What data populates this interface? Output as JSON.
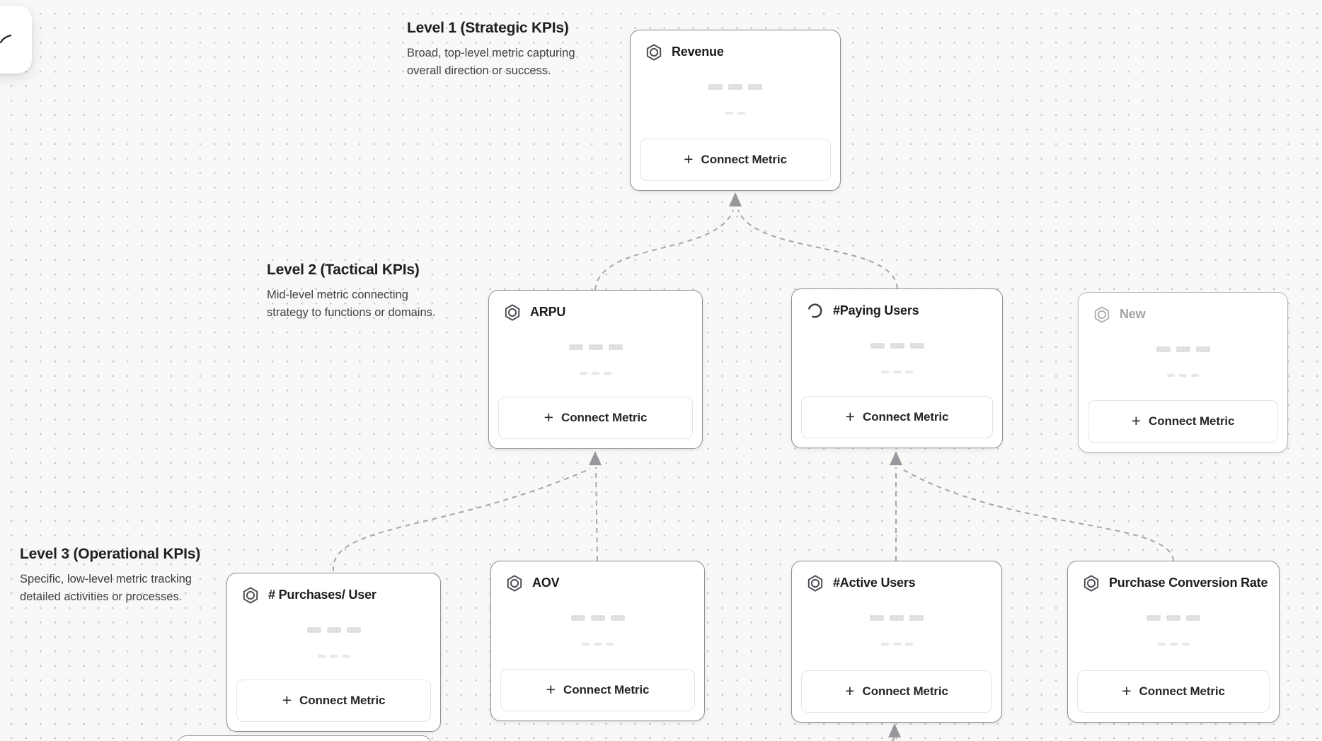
{
  "toolbar": {
    "tool_icon": "cursor-pen-icon"
  },
  "ui": {
    "plus": "+"
  },
  "levels": [
    {
      "title": "Level 1 (Strategic KPIs)",
      "description": "Broad, top-level metric capturing overall direction or success."
    },
    {
      "title": "Level 2 (Tactical KPIs)",
      "description": "Mid-level metric connecting strategy to functions or domains."
    },
    {
      "title": "Level 3 (Operational KPIs)",
      "description": "Specific, low-level metric tracking detailed activities or processes."
    }
  ],
  "cards": [
    {
      "id": "revenue",
      "title": "Revenue",
      "icon": "metric-hexagon-icon",
      "button_label": "Connect Metric"
    },
    {
      "id": "arpu",
      "title": "ARPU",
      "icon": "metric-hexagon-icon",
      "button_label": "Connect Metric"
    },
    {
      "id": "paying-users",
      "title": "#Paying Users",
      "icon": "loading-spinner-icon",
      "button_label": "Connect Metric"
    },
    {
      "id": "new",
      "title": "New",
      "icon": "metric-hexagon-icon",
      "state": "draft",
      "button_label": "Connect Metric"
    },
    {
      "id": "purchases-per-user",
      "title": "# Purchases/ User",
      "icon": "metric-hexagon-icon",
      "button_label": "Connect Metric"
    },
    {
      "id": "aov",
      "title": "AOV",
      "icon": "metric-hexagon-icon",
      "button_label": "Connect Metric"
    },
    {
      "id": "active-users",
      "title": "#Active Users",
      "icon": "metric-hexagon-icon",
      "button_label": "Connect Metric"
    },
    {
      "id": "purchase-conversion-rate",
      "title": "Purchase Conversion Rate",
      "icon": "metric-hexagon-icon",
      "button_label": "Connect Metric"
    }
  ],
  "connections": [
    {
      "from": "ARPU",
      "to": "Revenue"
    },
    {
      "from": "#Paying Users",
      "to": "Revenue"
    },
    {
      "from": "# Purchases/ User",
      "to": "ARPU"
    },
    {
      "from": "AOV",
      "to": "ARPU"
    },
    {
      "from": "#Active Users",
      "to": "#Paying Users"
    },
    {
      "from": "Purchase Conversion Rate",
      "to": "#Paying Users"
    },
    {
      "from": "offscreen-child",
      "to": "#Active Users"
    }
  ],
  "colors": {
    "canvas_bg": "#f8f8f7",
    "dot_grid": "#c6c6c8",
    "card_border": "#8e8e94",
    "connector": "#a6a6aa",
    "arrowhead": "#97979c"
  }
}
